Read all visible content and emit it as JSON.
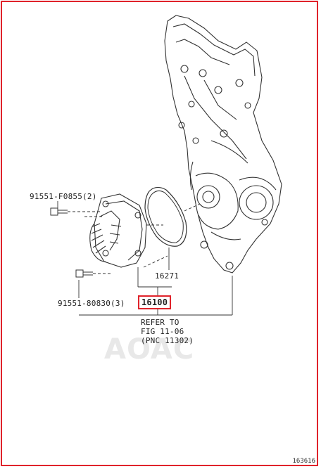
{
  "parts": {
    "bolt_upper": "91551-F0855(2)",
    "bolt_lower": "91551-80830(3)",
    "gasket": "16271",
    "pump": "16100"
  },
  "refer": {
    "line1": "REFER TO",
    "line2": "FIG 11-06",
    "line3": "(PNC 11302)"
  },
  "watermark": "AOAC",
  "figure_code": "163616",
  "colors": {
    "highlight": "#e0232b",
    "line": "#333333",
    "watermark": "#e8e8e8"
  }
}
